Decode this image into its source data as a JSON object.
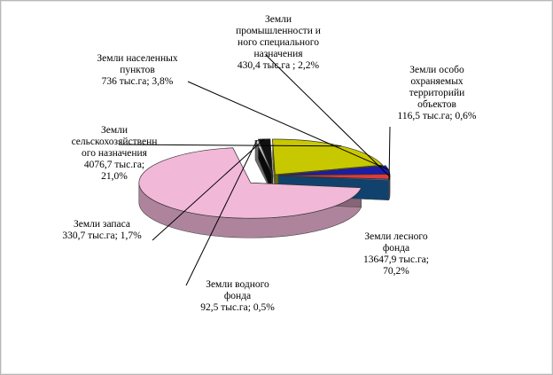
{
  "chart_data": {
    "type": "pie",
    "title": "",
    "unit": "тыс.га",
    "slices": [
      {
        "key": "forest",
        "name": "Земли лесного фонда",
        "value": 13647.9,
        "percent": 70.2,
        "color": "#f2b8d8",
        "label": "Земли лесного\nфонда\n13647,9 тыс.га;\n70,2%"
      },
      {
        "key": "water",
        "name": "Земли водного фонда",
        "value": 92.5,
        "percent": 0.5,
        "color": "#c2c2c2",
        "label": "Земли водного\nфонда\n92,5 тыс.га; 0,5%"
      },
      {
        "key": "reserve",
        "name": "Земли запаса",
        "value": 330.7,
        "percent": 1.7,
        "color": "#111111",
        "label": "Земли запаса\n330,7 тыс.га; 1,7%"
      },
      {
        "key": "agri",
        "name": "Земли сельскохозяйственного назначения",
        "value": 4076.7,
        "percent": 21.0,
        "color": "#c8c800",
        "label": "Земли\nсельскохозяйственн\nого назначения\n4076,7 тыс.га;\n21,0%"
      },
      {
        "key": "settle",
        "name": "Земли населенных пунктов",
        "value": 736,
        "percent": 3.8,
        "color": "#1c1ca8",
        "label": "Земли населенных\nпунктов\n736 тыс.га; 3,8%"
      },
      {
        "key": "industry",
        "name": "Земли промышленности и иного специального назначения",
        "value": 430.4,
        "percent": 2.2,
        "color": "#e23a3a",
        "label": "Земли\nпромышленности и\nного специального\nназначения\n430,4 тыс.га ; 2,2%"
      },
      {
        "key": "protect",
        "name": "Земли особо охраняемых территорий и объектов",
        "value": 116.5,
        "percent": 0.6,
        "color": "#1e78c8",
        "label": "Земли особо\nохраняемых\nтерриторийи\nобъектов\n116,5 тыс.га; 0,6%"
      }
    ]
  }
}
